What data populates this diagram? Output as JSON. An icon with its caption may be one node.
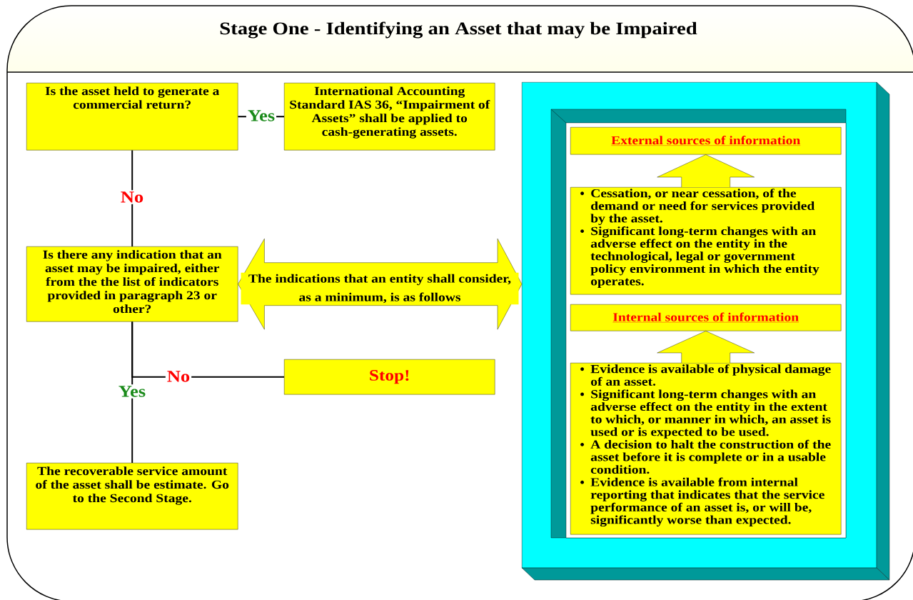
{
  "diagram": {
    "title": "Stage One - Identifying an Asset that may be Impaired",
    "nodes": [
      {
        "text": [
          "Is the asset held to generate a commercial return?"
        ]
      },
      {
        "text": [
          "International Accounting Standard IAS 36, “Impairment of Assets” shall be applied to cash-generating assets."
        ]
      },
      {
        "text": [
          "Is there any indication that an asset may be impaired, either from the the list of indicators provided in paragraph 23 or other?"
        ]
      },
      {
        "text": [
          "Stop!"
        ]
      },
      {
        "text": [
          "The recoverable service amount of the asset shall be estimate. Go to the Second Stage."
        ]
      },
      {
        "text": [],
        "shape": "box"
      },
      {
        "text": [
          "External sources of information"
        ],
        "in": 5
      },
      {
        "text": [
          "Cessation, or near cessation, of the demand or need for services provided by the asset.",
          "Significant long-term changes with an adverse effect on the entity  in the technological, legal or government policy environment in which the entity operates."
        ],
        "in": 5
      },
      {
        "text": [
          "Internal sources of information"
        ],
        "in": 5
      },
      {
        "text": [
          "Evidence is available of physical damage of an asset.",
          "Significant long-term changes with an adverse effect on the entity in the extent to which, or manner in which, an asset is used or is expected to be used.",
          "A decision to halt the construction of the asset before it is complete or in a usable condition.",
          "Evidence is available from internal reporting that indicates that the service performance of an asset is, or will be, significantly worse than expected."
        ],
        "in": 5
      }
    ],
    "edges": [
      {
        "from": 0,
        "to": 1,
        "arrow": "none",
        "label": "Yes"
      },
      {
        "from": 0,
        "to": 2,
        "arrow": "none",
        "label": "No"
      },
      {
        "from": 2,
        "to": 3,
        "arrow": "none",
        "label": "No"
      },
      {
        "from": 2,
        "to": 4,
        "arrow": "none",
        "label": "Yes"
      },
      {
        "from": 2,
        "to": 5,
        "arrow": "both",
        "style": "thick",
        "label": "The  indications that an entity shall consider, as a minimum,  is as follows"
      },
      {
        "from": 7,
        "to": 6,
        "arrow": "to",
        "style": "thick"
      },
      {
        "from": 9,
        "to": 8,
        "arrow": "to",
        "style": "thick"
      }
    ]
  }
}
